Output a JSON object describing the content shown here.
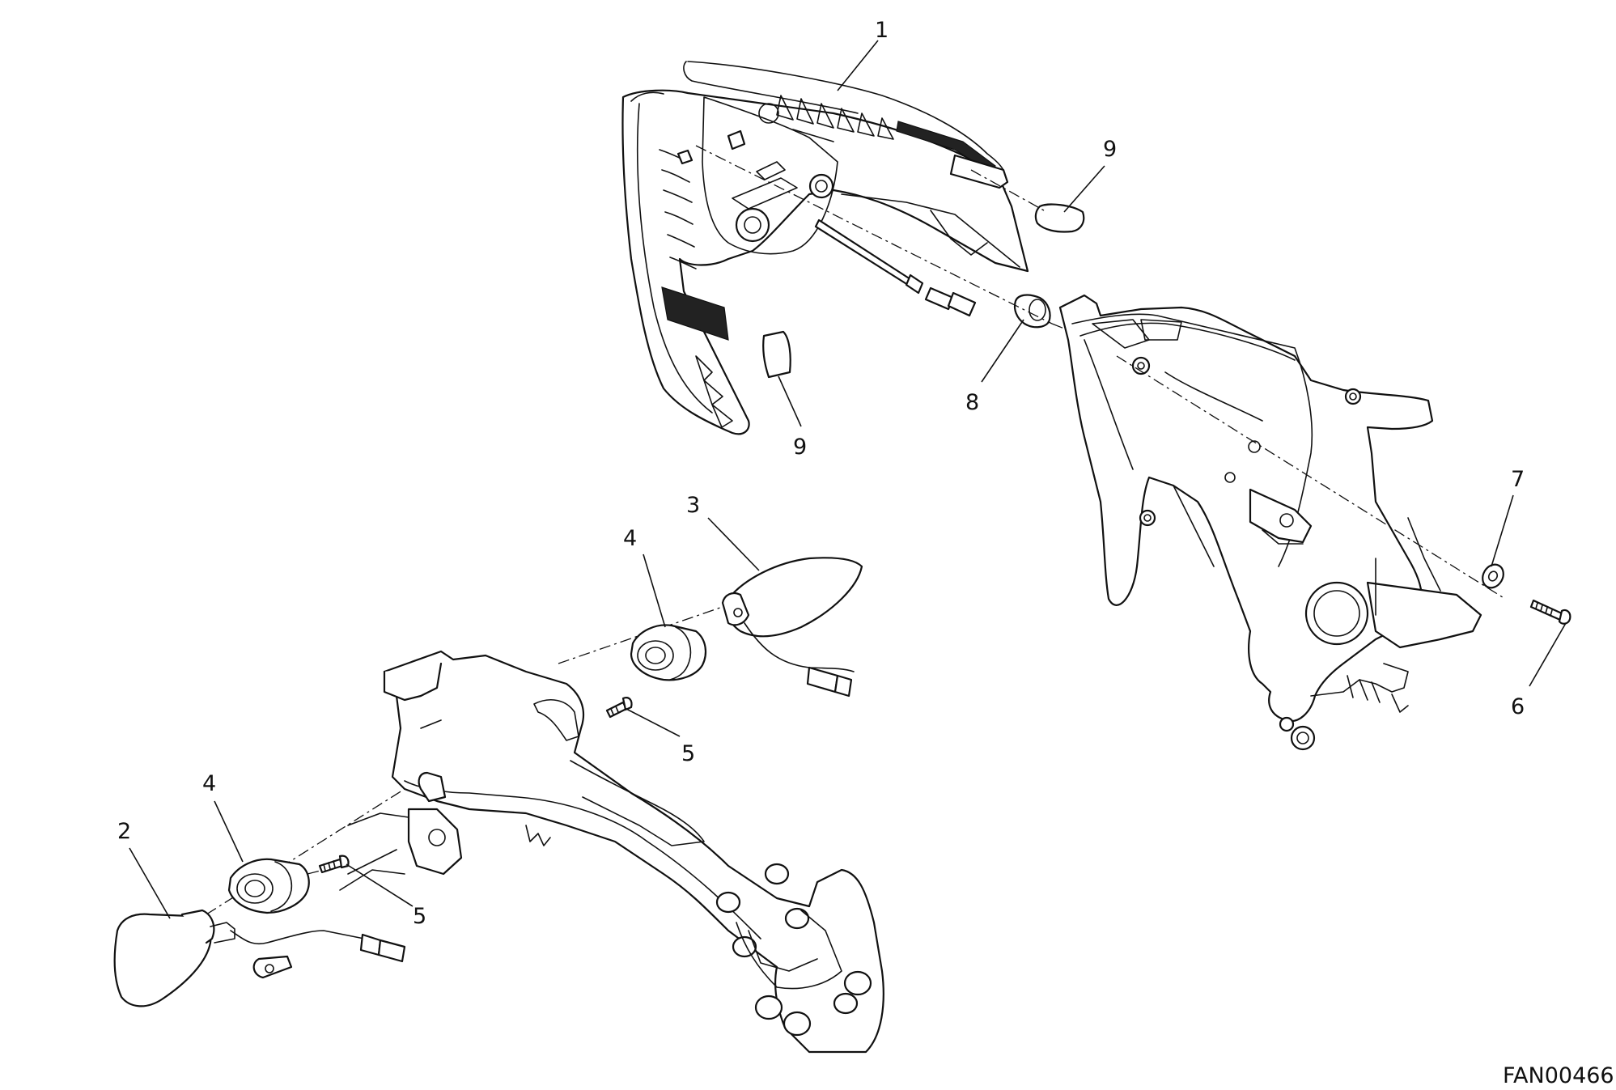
{
  "diagram": {
    "drawing_code": "FAN00466",
    "callouts": [
      {
        "id": "c1",
        "label": "1"
      },
      {
        "id": "c9a",
        "label": "9"
      },
      {
        "id": "c9b",
        "label": "9"
      },
      {
        "id": "c8",
        "label": "8"
      },
      {
        "id": "c7",
        "label": "7"
      },
      {
        "id": "c6",
        "label": "6"
      },
      {
        "id": "c3",
        "label": "3"
      },
      {
        "id": "c4a",
        "label": "4"
      },
      {
        "id": "c5a",
        "label": "5"
      },
      {
        "id": "c4b",
        "label": "4"
      },
      {
        "id": "c2",
        "label": "2"
      },
      {
        "id": "c5b",
        "label": "5"
      }
    ]
  }
}
